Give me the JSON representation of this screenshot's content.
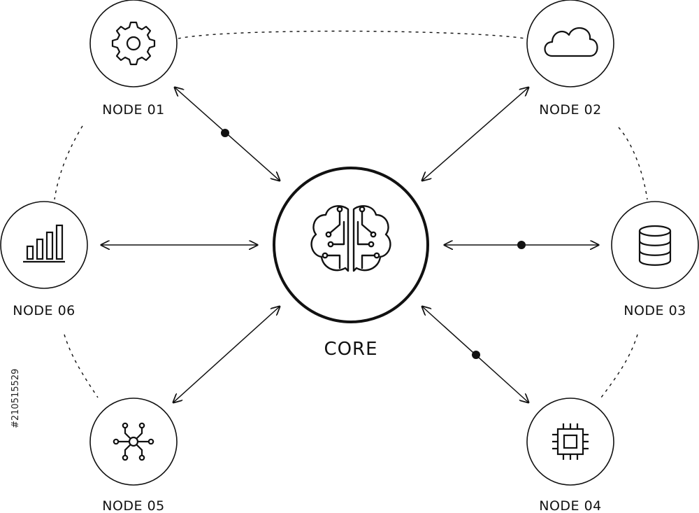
{
  "core": {
    "label": "CORE",
    "icon": "brain-circuit-icon"
  },
  "nodes": [
    {
      "id": "node-01",
      "label": "NODE 01",
      "icon": "gear-icon",
      "arrow": "bidirectional",
      "midpoint_dot": true
    },
    {
      "id": "node-02",
      "label": "NODE 02",
      "icon": "cloud-icon",
      "arrow": "bidirectional",
      "midpoint_dot": false
    },
    {
      "id": "node-03",
      "label": "NODE 03",
      "icon": "database-icon",
      "arrow": "bidirectional",
      "midpoint_dot": true
    },
    {
      "id": "node-04",
      "label": "NODE 04",
      "icon": "cpu-chip-icon",
      "arrow": "bidirectional",
      "midpoint_dot": true
    },
    {
      "id": "node-05",
      "label": "NODE 05",
      "icon": "network-hub-icon",
      "arrow": "bidirectional",
      "midpoint_dot": false
    },
    {
      "id": "node-06",
      "label": "NODE 06",
      "icon": "bar-chart-icon",
      "arrow": "bidirectional",
      "midpoint_dot": false
    }
  ],
  "stock_id": "#210515529",
  "colors": {
    "line": "#111111",
    "background": "#ffffff"
  }
}
